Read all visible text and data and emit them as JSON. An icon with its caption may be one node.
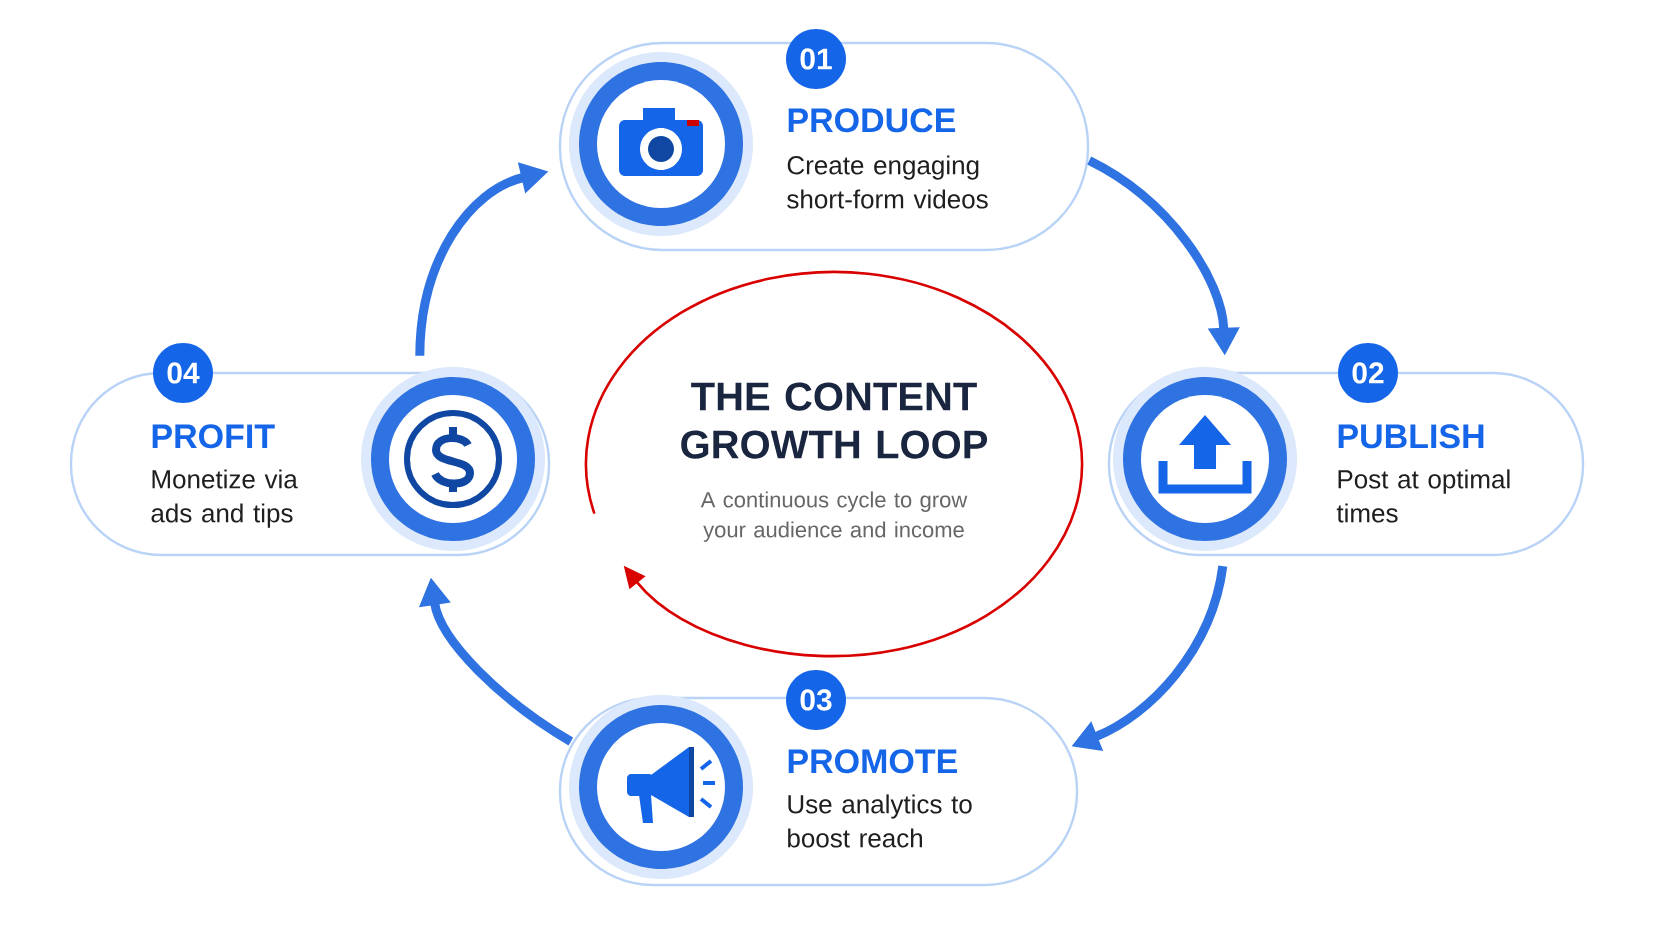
{
  "diagram": {
    "nodes": [
      {
        "text": [
          "01",
          "PRODUCE",
          "Create engaging short-form videos"
        ]
      },
      {
        "text": [
          "02",
          "PUBLISH",
          "Post at optimal times"
        ]
      },
      {
        "text": [
          "03",
          "PROMOTE",
          "Use analytics to boost reach"
        ]
      },
      {
        "text": [
          "04",
          "PROFIT",
          "Monetize via ads and tips"
        ]
      },
      {
        "text": [
          "THE CONTENT GROWTH LOOP",
          "A continuous cycle to grow your audience and income"
        ]
      }
    ],
    "edges": [
      {
        "from": 0,
        "to": 1,
        "arrow": "to"
      },
      {
        "from": 1,
        "to": 2,
        "arrow": "to"
      },
      {
        "from": 2,
        "to": 3,
        "arrow": "to"
      },
      {
        "from": 3,
        "to": 0,
        "arrow": "to"
      }
    ]
  }
}
